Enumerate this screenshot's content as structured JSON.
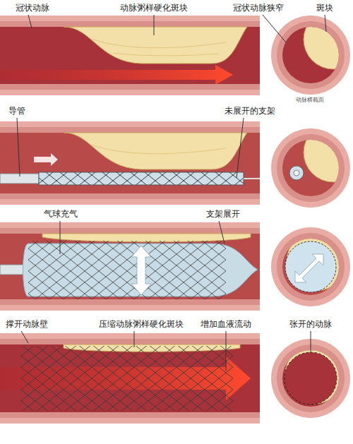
{
  "diagram": {
    "labels": [
      "冠状动脉",
      "动脉粥样硬化斑块",
      "冠状动脉狭窄",
      "斑块",
      "动脉横截面",
      "导管",
      "未展开的支架",
      "气球充气",
      "支架展开",
      "撑开动脉壁",
      "压缩动脉粥样硬化斑块",
      "增加血液流动",
      "张开的动脉"
    ]
  }
}
